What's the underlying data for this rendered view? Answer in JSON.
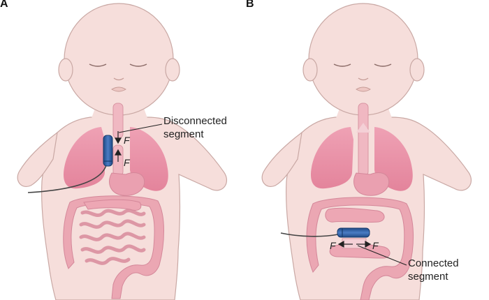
{
  "panels": [
    {
      "letter": "A",
      "label_lines": [
        "Disconnected",
        "segment"
      ],
      "force_labels": [
        "F",
        "F"
      ]
    },
    {
      "letter": "B",
      "label_lines": [
        "Connected",
        "segment"
      ],
      "force_labels": [
        "F",
        "F"
      ]
    }
  ],
  "colors": {
    "skin": "#f6dedb",
    "skin_outline": "#c9a8a4",
    "organ": "#e7869f",
    "intestine": "#eba7b3",
    "device": "#2f5e9e"
  }
}
